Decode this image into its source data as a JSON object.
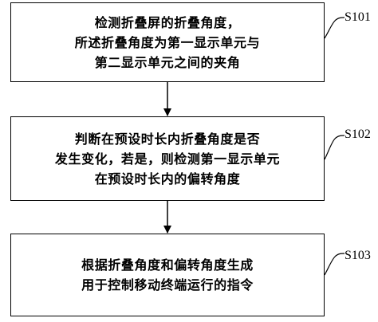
{
  "flowchart": {
    "steps": [
      {
        "id": "S101",
        "lines": [
          "检测折叠屏的折叠角度，",
          "所述折叠角度为第一显示单元与",
          "第二显示单元之间的夹角"
        ]
      },
      {
        "id": "S102",
        "lines": [
          "判断在预设时长内折叠角度是否",
          "发生变化，若是，则检测第一显示单元",
          "在预设时长内的偏转角度"
        ]
      },
      {
        "id": "S103",
        "lines": [
          "根据折叠角度和偏转角度生成",
          "用于控制移动终端运行的指令"
        ]
      }
    ]
  }
}
